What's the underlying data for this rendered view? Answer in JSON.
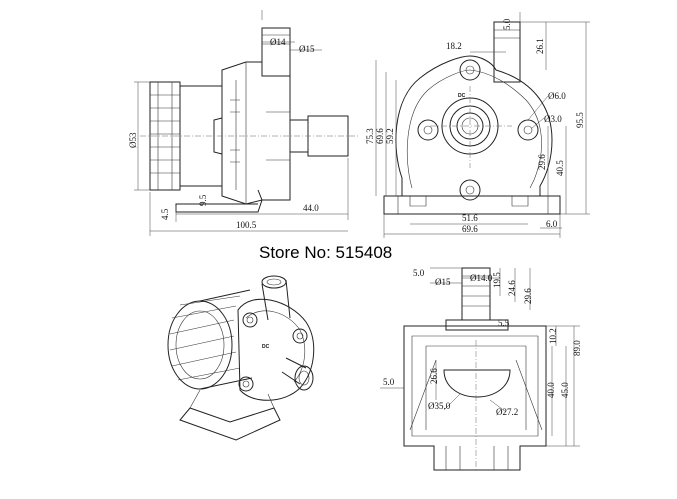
{
  "watermark": "Store No: 515408",
  "brand_logo": "DC",
  "side_view": {
    "inlet_diameter": "Ø14",
    "inlet_collar_diameter": "Ø15",
    "motor_diameter": "Ø53",
    "foot_offset": "9.5",
    "foot_height": "4.5",
    "shaft_length": "44.0",
    "overall_length": "100.5"
  },
  "front_view": {
    "top_stub": "5.0",
    "outlet_offset": "18.2",
    "outlet_height": "26.1",
    "height_75": "75.3",
    "height_69": "69.6",
    "height_59": "59.2",
    "hole_diameter": "Ø6.0",
    "hole_diameter_small": "Ø3.0",
    "height_95": "95.5",
    "center_height": "29.6",
    "height_40": "40.5",
    "base_width_inner": "51.6",
    "base_width_outer": "69.6",
    "foot_step": "6.0"
  },
  "top_view": {
    "stub": "5.0",
    "outlet_diameter": "Ø14.0",
    "outlet_collar": "Ø15",
    "len_19": "19.5",
    "len_24": "24.6",
    "len_29": "29.6",
    "offset_55": "5.5",
    "len_10": "10.2",
    "total_89": "89.0",
    "left_offset": "5.0",
    "len_26": "26.6",
    "len_40": "40.0",
    "len_45": "45.0",
    "bowl_diameter": "Ø35.0",
    "inner_diameter": "Ø27.2"
  }
}
